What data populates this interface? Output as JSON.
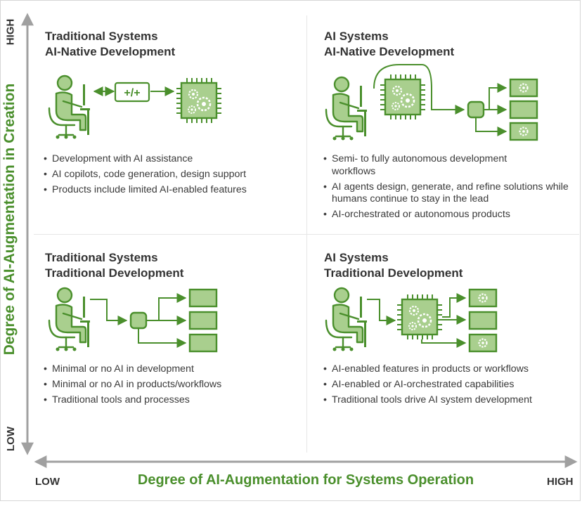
{
  "axes": {
    "y_label": "Degree of AI-Augmentation in Creation",
    "x_label": "Degree of AI-Augmentation for Systems Operation",
    "y_high": "HIGH",
    "y_low": "LOW",
    "x_low": "LOW",
    "x_high": "HIGH"
  },
  "quadrants": {
    "top_left": {
      "title_line1": "Traditional Systems",
      "title_line2": "AI-Native Development",
      "connector_label": "+/+",
      "bullets": [
        "Development with AI assistance",
        "AI copilots, code generation, design support",
        "Products include limited AI-enabled features"
      ]
    },
    "top_right": {
      "title_line1": "AI Systems",
      "title_line2": "AI-Native Development",
      "bullets": [
        "Semi- to fully autonomous development workflows",
        "AI agents design, generate, and refine solutions while humans continue to stay in the lead",
        "AI-orchestrated or autonomous products"
      ]
    },
    "bottom_left": {
      "title_line1": "Traditional Systems",
      "title_line2": "Traditional Development",
      "bullets": [
        "Minimal or no AI in development",
        "Minimal or no AI in products/workflows",
        "Traditional tools and processes"
      ]
    },
    "bottom_right": {
      "title_line1": "AI Systems",
      "title_line2": "Traditional Development",
      "bullets": [
        "AI-enabled features in products or workflows",
        "AI-enabled or AI-orchestrated capabilities",
        "Traditional tools drive AI system development"
      ]
    }
  },
  "colors": {
    "accent_green": "#4a8f2c",
    "fill_green": "#a9cf8e",
    "axis_gray": "#999999"
  }
}
